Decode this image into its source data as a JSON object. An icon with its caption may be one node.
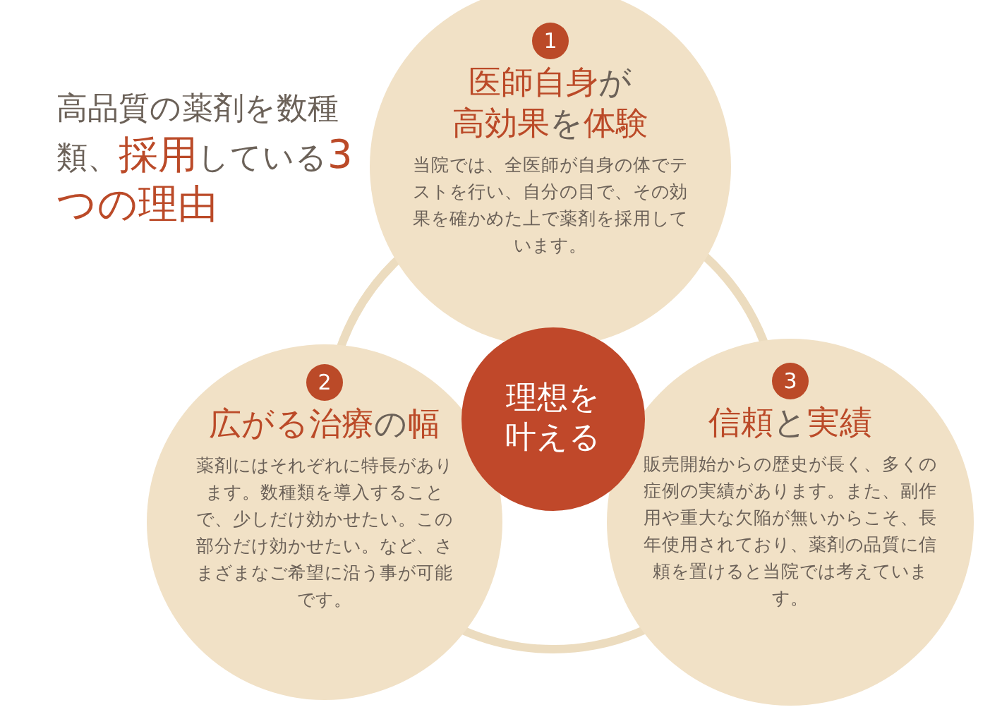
{
  "diagram": {
    "title": "高品質の薬剤を数種類、**採用**している**3つの理由**",
    "nodes": [
      {
        "text": [
          "1",
          "**医師自身**が**高効果**を**体験**",
          "当院では、全医師が自身の体でテストを行い、自分の目で、その効果を確かめた上で薬剤を採用しています。"
        ]
      },
      {
        "text": [
          "2",
          "**広がる治療**の**幅**",
          "薬剤にはそれぞれに特長があります。数種類を導入することで、少しだけ効かせたい。この部分だけ効かせたい。など、さまざまなご希望に沿う事が可能です。"
        ]
      },
      {
        "text": [
          "3",
          "**信頼**と**実績**",
          "販売開始からの歴史が長く、多くの症例の実績があります。また、副作用や重大な欠陥が無いからこそ、長年使用されており、薬剤の品質に信頼を置けると当院では考えています。"
        ]
      },
      {
        "text": [
          "理想を叶える"
        ]
      }
    ]
  }
}
